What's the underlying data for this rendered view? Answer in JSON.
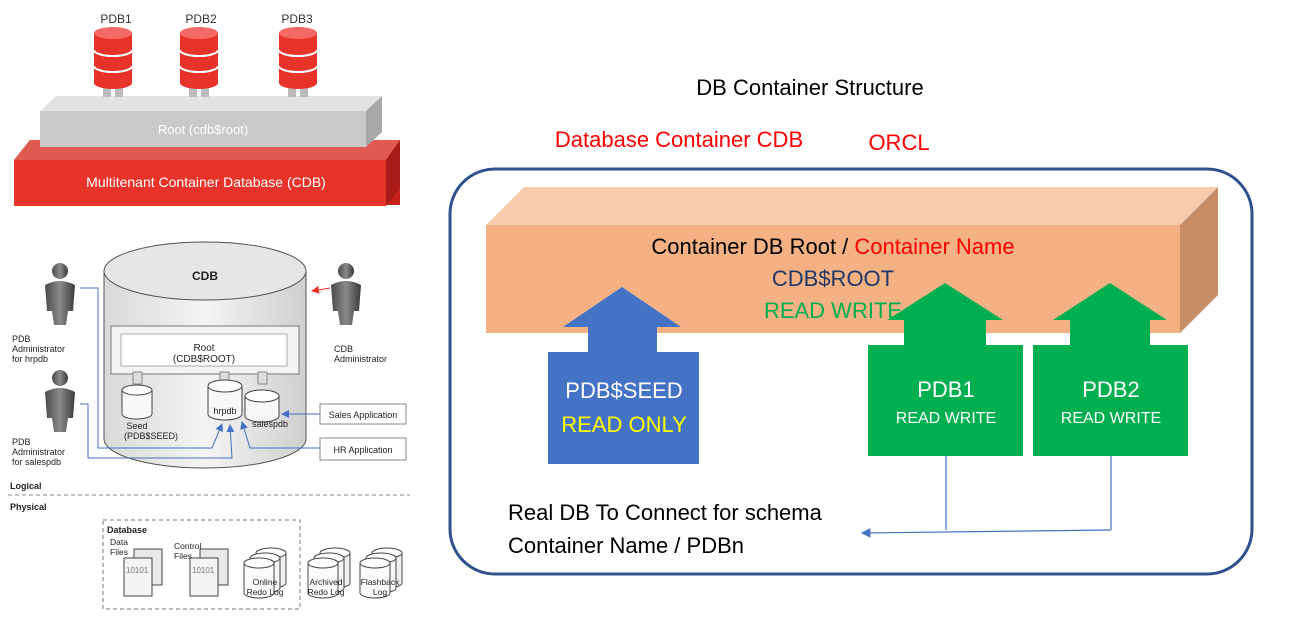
{
  "top_left": {
    "pdb_labels": [
      "PDB1",
      "PDB2",
      "PDB3"
    ],
    "root_label": "Root (cdb$root)",
    "cdb_label": "Multitenant Container Database (CDB)"
  },
  "middle_left": {
    "cdb_title": "CDB",
    "root_label_line1": "Root",
    "root_label_line2": "(CDB$ROOT)",
    "seed_line1": "Seed",
    "seed_line2": "(PDB$SEED)",
    "hrpdb": "hrpdb",
    "salespdb": "salespdb",
    "admin_hr_lines": [
      "PDB",
      "Administrator",
      "for hrpdb"
    ],
    "admin_sales_lines": [
      "PDB",
      "Administrator",
      "for salespdb"
    ],
    "admin_cdb_lines": [
      "CDB",
      "Administrator"
    ],
    "sales_app": "Sales Application",
    "hr_app": "HR Application",
    "logical": "Logical",
    "physical": "Physical"
  },
  "bottom_left": {
    "database": "Database",
    "data_files_lines": [
      "Data",
      "Files"
    ],
    "control_files_lines": [
      "Control",
      "Files"
    ],
    "binary": "10101",
    "online_redo_lines": [
      "Online",
      "Redo Log"
    ],
    "archived_redo_lines": [
      "Archived",
      "Redo Log"
    ],
    "flashback_lines": [
      "Flashback",
      "Log"
    ]
  },
  "right": {
    "title": "DB Container Structure",
    "db_container_label": "Database Container CDB",
    "orcl_label": "ORCL",
    "root_line1_part1": "Container DB Root / ",
    "root_line1_part2": "Container Name",
    "root_line2": "CDB$ROOT",
    "root_line3": "READ WRITE",
    "seed_name": "PDB$SEED",
    "seed_mode": "READ ONLY",
    "pdb1_name": "PDB1",
    "pdb1_mode": "READ WRITE",
    "pdb2_name": "PDB2",
    "pdb2_mode": "READ WRITE",
    "connect_line1": "Real DB To Connect for schema",
    "connect_line2": "Container Name / PDBn"
  },
  "colors": {
    "red": "#e8332a",
    "dark_red": "#c5221c",
    "gray_block": "#c9c9c9",
    "orange_box": "#f4b183",
    "orange_side": "#c98e66",
    "blue_seed": "#4472c4",
    "green_pdb": "#00b050",
    "frame_blue": "#2f528f",
    "red_text": "#ff0000",
    "navy_text": "#1f3864",
    "green_text": "#00b050",
    "yellow_text": "#ffff00"
  }
}
